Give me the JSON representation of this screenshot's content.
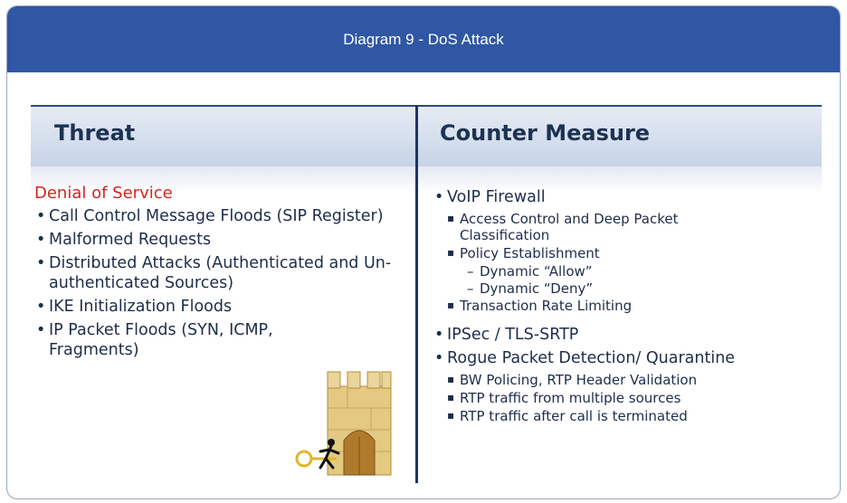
{
  "title": "Diagram 9 - DoS Attack",
  "threat": {
    "header": "Threat",
    "category": "Denial of Service",
    "items": [
      "Call Control Message Floods (SIP Register)",
      "Malformed Requests",
      "Distributed Attacks (Authenticated and Un-authenticated Sources)",
      "IKE Initialization Floods",
      "IP Packet Floods (SYN, ICMP, Fragments)"
    ]
  },
  "counter": {
    "header": "Counter Measure",
    "voip_firewall": {
      "label": "VoIP Firewall",
      "access_control": "Access Control and Deep Packet Classification",
      "policy": "Policy Establishment",
      "allow": "Dynamic “Allow”",
      "deny": "Dynamic “Deny”",
      "rate_limiting": "Transaction Rate Limiting"
    },
    "ipsec": "IPSec / TLS-SRTP",
    "rogue": {
      "label": "Rogue Packet Detection/ Quarantine",
      "items": [
        "BW Policing, RTP Header Validation",
        "RTP traffic from multiple sources",
        "RTP traffic after call is terminated"
      ]
    }
  },
  "colors": {
    "titlebar": "#2f57a3",
    "threat_heading": "#d4261f",
    "divider": "#1f3561"
  },
  "illustration": "castle-with-intruder-icon"
}
